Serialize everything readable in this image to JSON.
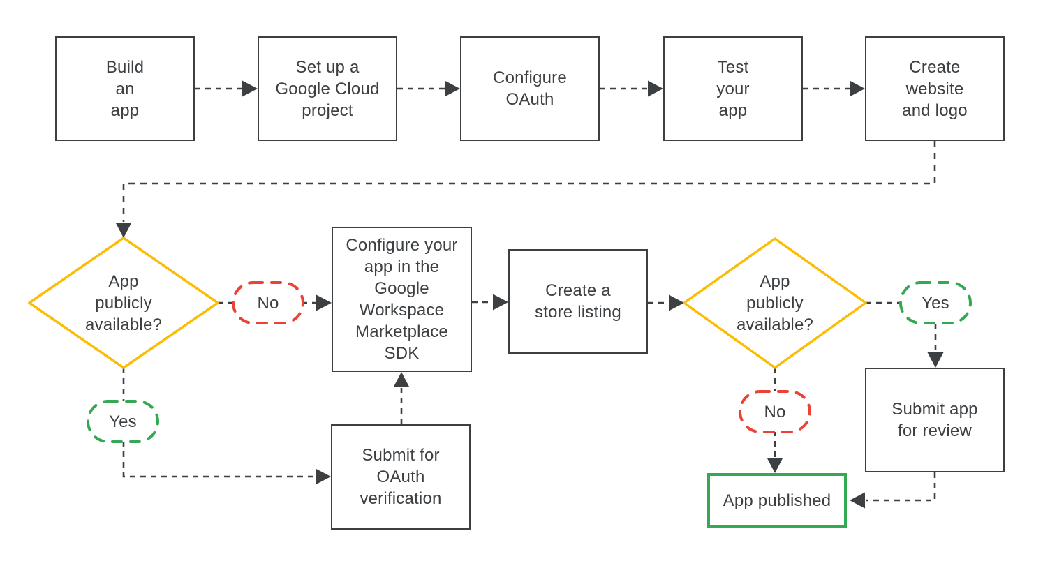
{
  "palette": {
    "ink": "#3c4043",
    "decision_yellow": "#FBBC04",
    "no_red": "#EA4335",
    "yes_green": "#34A853",
    "published_green": "#34A853",
    "background": "#ffffff",
    "node_fill": "#ffffff"
  },
  "flowchart": {
    "boxes": {
      "build": {
        "label": "Build\nan\napp"
      },
      "cloud_project": {
        "label": "Set up a\nGoogle Cloud\nproject"
      },
      "configure_oauth": {
        "label": "Configure\nOAuth"
      },
      "test": {
        "label": "Test\nyour\napp"
      },
      "website": {
        "label": "Create\nwebsite\nand logo"
      },
      "sdk": {
        "label": "Configure your\napp in the\nGoogle\nWorkspace\nMarketplace\nSDK"
      },
      "store_listing": {
        "label": "Create a\nstore listing"
      },
      "oauth_verification": {
        "label": "Submit for\nOAuth\nverification"
      },
      "review": {
        "label": "Submit app\nfor review"
      },
      "published": {
        "label": "App published"
      }
    },
    "decisions": {
      "first": {
        "label": "App\npublicly\navailable?"
      },
      "second": {
        "label": "App\npublicly\navailable?"
      }
    },
    "branch_labels": {
      "first_no": {
        "text": "No"
      },
      "first_yes": {
        "text": "Yes"
      },
      "second_yes": {
        "text": "Yes"
      },
      "second_no": {
        "text": "No"
      }
    }
  }
}
